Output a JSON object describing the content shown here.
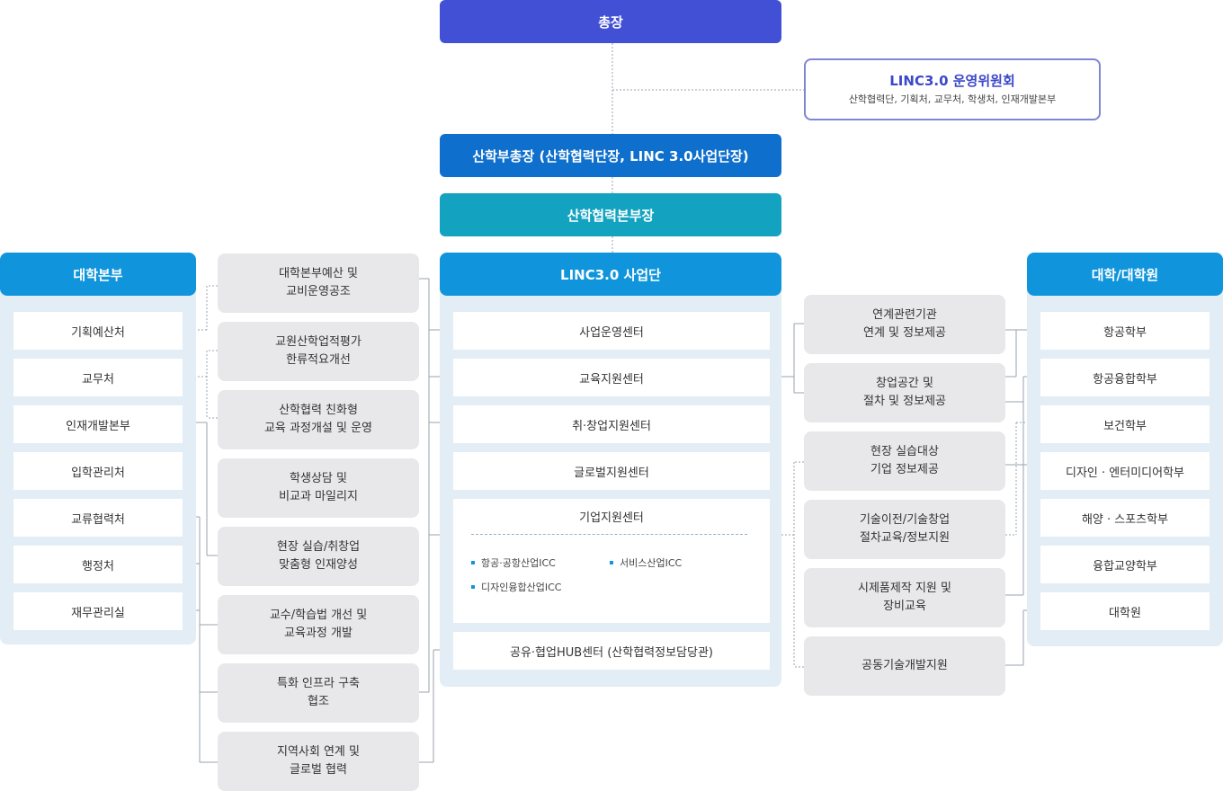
{
  "president": "총장",
  "committee": {
    "title": "LINC3.0 운영위원회",
    "subtitle": "산학협력단, 기획처,  교무처, 학생처, 인재개발본부"
  },
  "vice_president": "산학부총장 (산학협력단장, LINC 3.0사업단장)",
  "hq": "산학협력본부장",
  "left_panel": {
    "title": "대학본부",
    "items": [
      "기획예산처",
      "교무처",
      "인재개발본부",
      "입학관리처",
      "교류협력처",
      "행정처",
      "재무관리실"
    ]
  },
  "center_panel": {
    "title": "LINC3.0 사업단",
    "items": [
      "사업운영센터",
      "교육지원센터",
      "취·창업지원센터",
      "글로벌지원센터"
    ],
    "business_center": {
      "title": "기업지원센터",
      "bullets": [
        "항공·공항산업ICC",
        "서비스산업ICC",
        "디자인융합산업ICC"
      ]
    },
    "hub": "공유·협업HUB센터 (산학협력정보담당관)"
  },
  "right_panel": {
    "title": "대학/대학원",
    "items": [
      "항공학부",
      "항공융합학부",
      "보건학부",
      "디자인 · 엔터미디어학부",
      "해양 · 스포츠학부",
      "융합교양학부",
      "대학원"
    ]
  },
  "mid_functions": [
    [
      "대학본부예산 및",
      "교비운영공조"
    ],
    [
      "교원산학업적평가",
      "한류적요개선"
    ],
    [
      "산학협력 친화형",
      "교육 과정개설 및 운영"
    ],
    [
      "학생상담 및",
      "비교과 마일리지"
    ],
    [
      "현장 실습/취창업",
      "맞춤형 인재양성"
    ],
    [
      "교수/학습법 개선 및",
      "교육과정 개발"
    ],
    [
      "특화 인프라 구축",
      "협조"
    ],
    [
      "지역사회 연계 및",
      "글로벌 협력"
    ]
  ],
  "right_functions": [
    [
      "연계관련기관",
      "연계 및 정보제공"
    ],
    [
      "창업공간 및",
      "절차 및 정보제공"
    ],
    [
      "현장 실습대상",
      "기업 정보제공"
    ],
    [
      "기술이전/기술창업",
      "절차교육/정보지원"
    ],
    [
      "시제품제작 지원 및",
      "장비교육"
    ],
    [
      "공동기술개발지원"
    ]
  ],
  "colors": {
    "president": "#4150d4",
    "vice_president": "#0f6fcc",
    "hq": "#13a3c0",
    "panel_header": "#1095dc",
    "panel_bg": "#e3edf6",
    "function_box": "#e8e8ea"
  }
}
